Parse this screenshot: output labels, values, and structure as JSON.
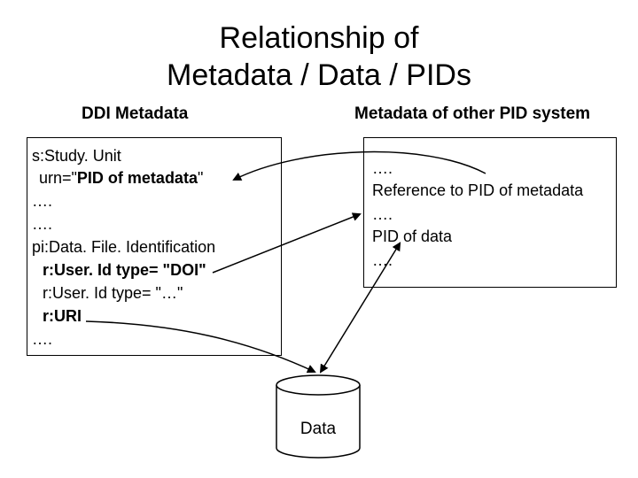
{
  "title": {
    "line1": "Relationship of",
    "line2": "Metadata / Data / PIDs"
  },
  "headings": {
    "left": "DDI Metadata",
    "right": "Metadata of other PID system"
  },
  "left_box": {
    "study_unit": "s:Study. Unit",
    "urn_prefix": "urn=\"",
    "urn_bold": "PID of metadata",
    "urn_suffix": "\"",
    "ellipsis1": "….",
    "ellipsis2": "….",
    "file_ident": "pi:Data. File. Identification",
    "userid_doi": "r:User. Id type= \"DOI\"",
    "userid_other": "r:User. Id type= \"…\"",
    "uri": "r:URI",
    "ellipsis3": "…."
  },
  "right_box": {
    "ellipsis1": "….",
    "ref_pid": "Reference to PID of metadata",
    "ellipsis2": "….",
    "pid_data": "PID of data",
    "ellipsis3": "…."
  },
  "data_store": {
    "label": "Data"
  }
}
